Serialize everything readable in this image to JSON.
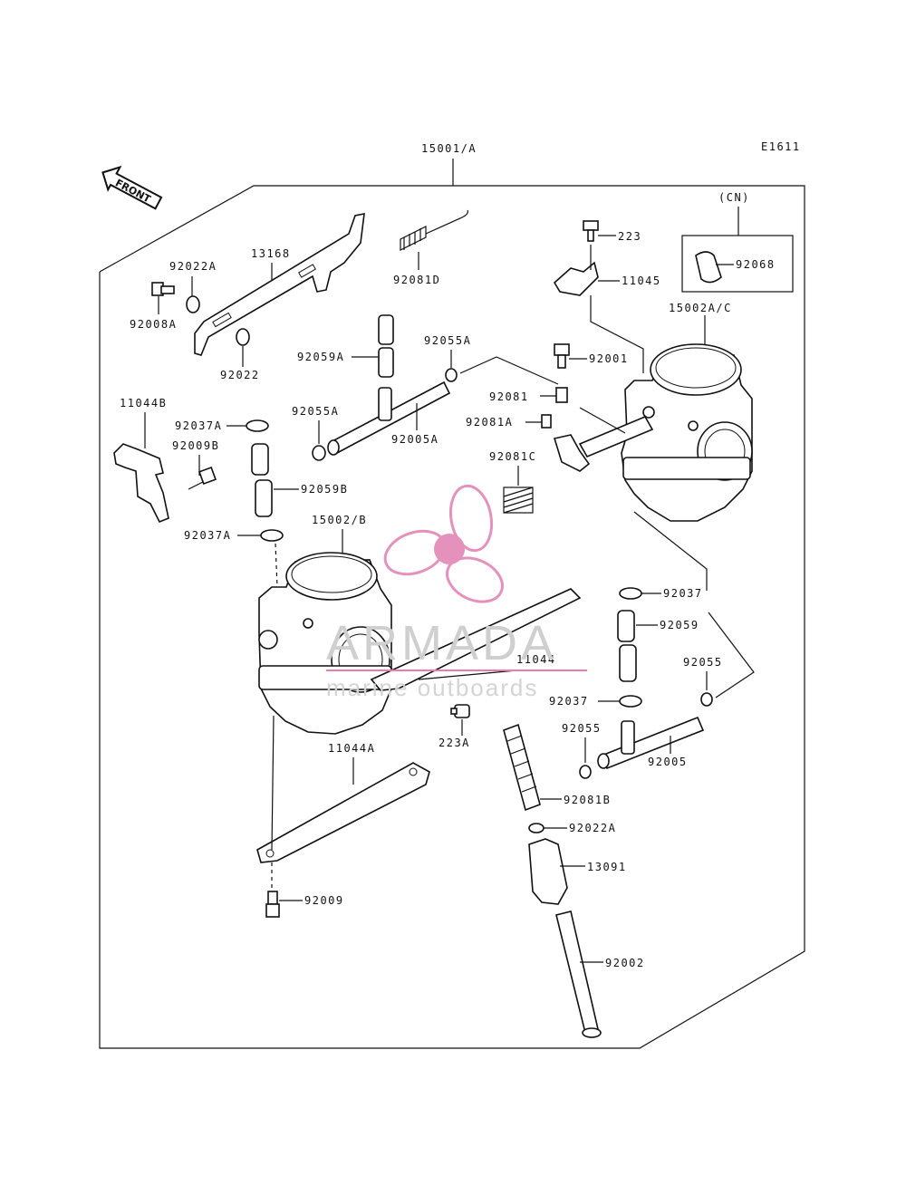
{
  "diagram": {
    "code": "E1611",
    "front_label": "FRONT",
    "assembly_label": "15001/A",
    "cn_label": "(CN)",
    "parts": {
      "p13168": "13168",
      "p92022a": "92022A",
      "p92008a": "92008A",
      "p92022b": "92022",
      "p92081d": "92081D",
      "p223": "223",
      "p11045": "11045",
      "p92068": "92068",
      "p15002ac": "15002A/C",
      "p92001": "92001",
      "p92059a": "92059A",
      "p92055a_top": "92055A",
      "p92081": "92081",
      "p92081a": "92081A",
      "p11044b": "11044B",
      "p92037a_top": "92037A",
      "p92055a_mid": "92055A",
      "p92005a": "92005A",
      "p92009b": "92009B",
      "p92081c": "92081C",
      "p92059b": "92059B",
      "p15002b": "15002/B",
      "p92037a_bot": "92037A",
      "p92037_r": "92037",
      "p92059_r": "92059",
      "p11044": "11044",
      "p92055_r": "92055",
      "p92037_r2": "92037",
      "p223a": "223A",
      "p92055_r2": "92055",
      "p92005": "92005",
      "p11044a": "11044A",
      "p92081b": "92081B",
      "p13091": "13091",
      "p92009": "92009",
      "p92002": "92002"
    }
  },
  "watermark": {
    "brand": "ARMADA",
    "tagline": "marine outboards",
    "color": "#e07fb0"
  }
}
